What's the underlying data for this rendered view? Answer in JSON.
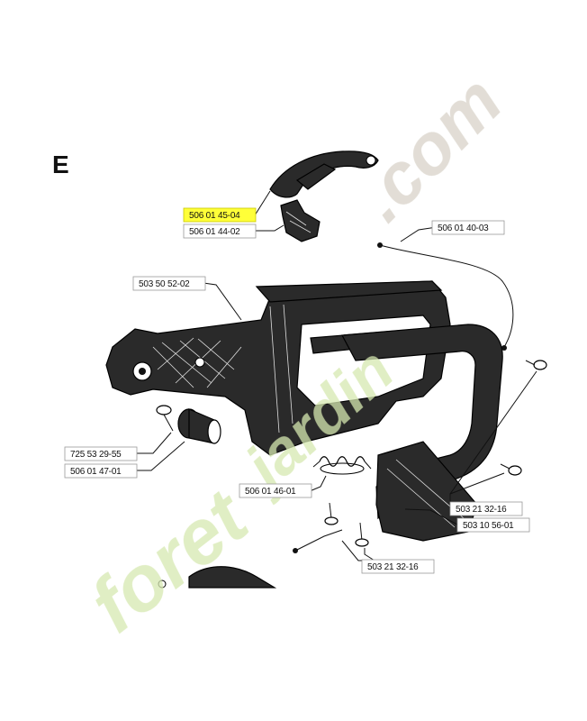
{
  "section_letter": "E",
  "callouts": [
    {
      "id": "p1",
      "label": "506 01 45-04",
      "highlighted": true
    },
    {
      "id": "p2",
      "label": "506 01 44-02",
      "highlighted": false
    },
    {
      "id": "p3",
      "label": "506 01 40-03",
      "highlighted": false
    },
    {
      "id": "p4",
      "label": "503 50 52-02",
      "highlighted": false
    },
    {
      "id": "p5",
      "label": "725 53 29-55",
      "highlighted": false
    },
    {
      "id": "p6",
      "label": "506 01 47-01",
      "highlighted": false
    },
    {
      "id": "p7",
      "label": "506 01 46-01",
      "highlighted": false
    },
    {
      "id": "p8",
      "label": "503 21 32-16",
      "highlighted": false
    },
    {
      "id": "p9",
      "label": "503 10 56-01",
      "highlighted": false
    },
    {
      "id": "p10",
      "label": "503 21 32-16",
      "highlighted": false
    }
  ],
  "watermark": {
    "text_front": "foret",
    "text_mid": "jardin",
    "text_end": ".com",
    "colors": {
      "green": "#d6e8b0",
      "orange": "#f7c98a",
      "gray": "#d8d2c8"
    }
  },
  "colors": {
    "highlight": "#ffff38",
    "ink": "#111111"
  }
}
